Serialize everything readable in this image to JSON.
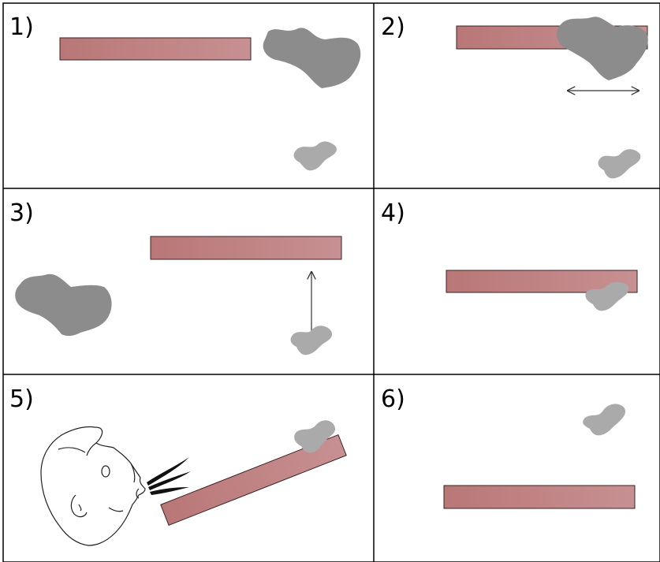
{
  "panels": [
    {
      "label": "1)"
    },
    {
      "label": "2)"
    },
    {
      "label": "3)"
    },
    {
      "label": "4)"
    },
    {
      "label": "5)"
    },
    {
      "label": "6)"
    }
  ],
  "colors": {
    "plank_fill": "#c4898a",
    "plank_stroke": "#3a2222",
    "large_cloud": "#8c8c8c",
    "small_cloud": "#aaaaaa",
    "grid_line": "#000000",
    "arrow": "#333333"
  },
  "icons": {
    "face": "blowing-face-icon",
    "gust": "wind-gust-icon",
    "arrow_horizontal": "double-arrow-icon",
    "arrow_vertical": "up-arrow-icon"
  }
}
